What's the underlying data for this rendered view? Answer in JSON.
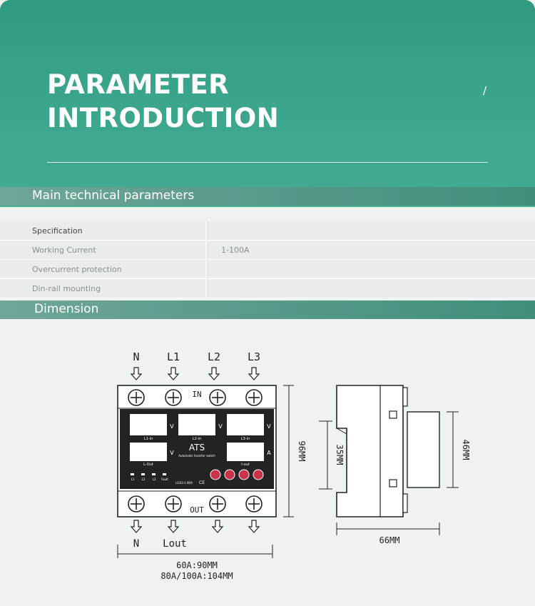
{
  "hero": {
    "title_line1": "PARAMETER",
    "title_line2": "INTRODUCTION",
    "slash": "/"
  },
  "section1": {
    "title": "Main technical parameters"
  },
  "specs": [
    {
      "key": "Specification",
      "value": ""
    },
    {
      "key": "Working Current",
      "value": "1-100A"
    },
    {
      "key": "Overcurrent protection",
      "value": ""
    },
    {
      "key": "Din-rail mounting",
      "value": ""
    }
  ],
  "section2": {
    "title": "Dimension"
  },
  "diagram": {
    "top_terminals": [
      "N",
      "L1",
      "L2",
      "L3"
    ],
    "in_label": "IN",
    "out_label": "OUT",
    "bottom_labels": [
      "N",
      "Lout"
    ],
    "height_dim": "96MM",
    "rail_dim": "35MM",
    "depth_dim": "46MM",
    "width_side_dim": "66MM",
    "width_dims": [
      "60A:90MM",
      "80A/100A:104MM"
    ],
    "panel": {
      "title": "ATS",
      "subtitle": "Automatic transfer switch",
      "model": "LGX3-1 80A",
      "ce": "CE",
      "win_labels": [
        "L1-in",
        "L2-in",
        "L3-in",
        "L-Out",
        "I-out"
      ],
      "units": [
        "V",
        "V",
        "V",
        "V",
        "A"
      ],
      "leds": [
        "L1",
        "L2",
        "L3",
        "Fault"
      ]
    }
  },
  "colors": {
    "hero": "#3aa58b",
    "band": "#5d9b8d",
    "panel": "#232323"
  }
}
